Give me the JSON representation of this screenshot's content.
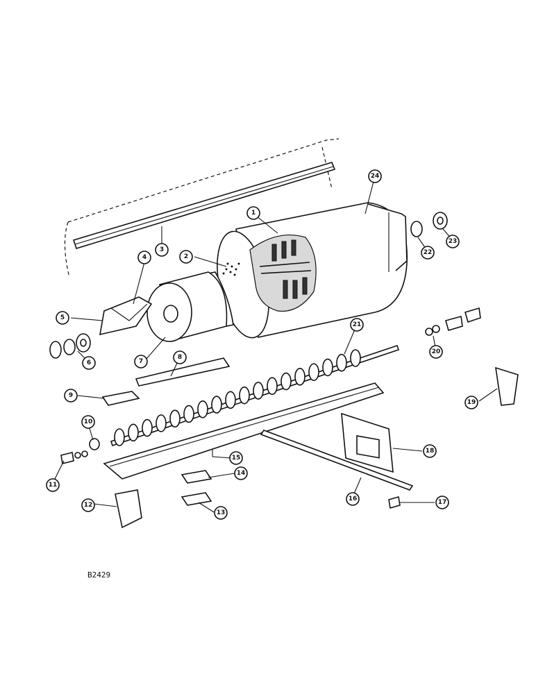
{
  "figure_code": "B2429",
  "callouts": [
    {
      "id": "c1a",
      "label": "1"
    },
    {
      "id": "c2",
      "label": "2"
    },
    {
      "id": "c3",
      "label": "3"
    },
    {
      "id": "c4",
      "label": "4"
    },
    {
      "id": "c5",
      "label": "5"
    },
    {
      "id": "c6",
      "label": "6"
    },
    {
      "id": "c7",
      "label": "7"
    },
    {
      "id": "c8",
      "label": "8"
    },
    {
      "id": "c9",
      "label": "9"
    },
    {
      "id": "c10",
      "label": "10"
    },
    {
      "id": "c11",
      "label": "11"
    },
    {
      "id": "c12",
      "label": "12"
    },
    {
      "id": "c13",
      "label": "13"
    },
    {
      "id": "c14",
      "label": "14"
    },
    {
      "id": "c15",
      "label": "15"
    },
    {
      "id": "c16",
      "label": "16"
    },
    {
      "id": "c17",
      "label": "17"
    },
    {
      "id": "c18",
      "label": "18"
    },
    {
      "id": "c19",
      "label": "19"
    },
    {
      "id": "c20",
      "label": "20"
    },
    {
      "id": "c21",
      "label": "21"
    },
    {
      "id": "c22",
      "label": "22"
    },
    {
      "id": "c23",
      "label": "23"
    },
    {
      "id": "c24",
      "label": "24"
    }
  ]
}
